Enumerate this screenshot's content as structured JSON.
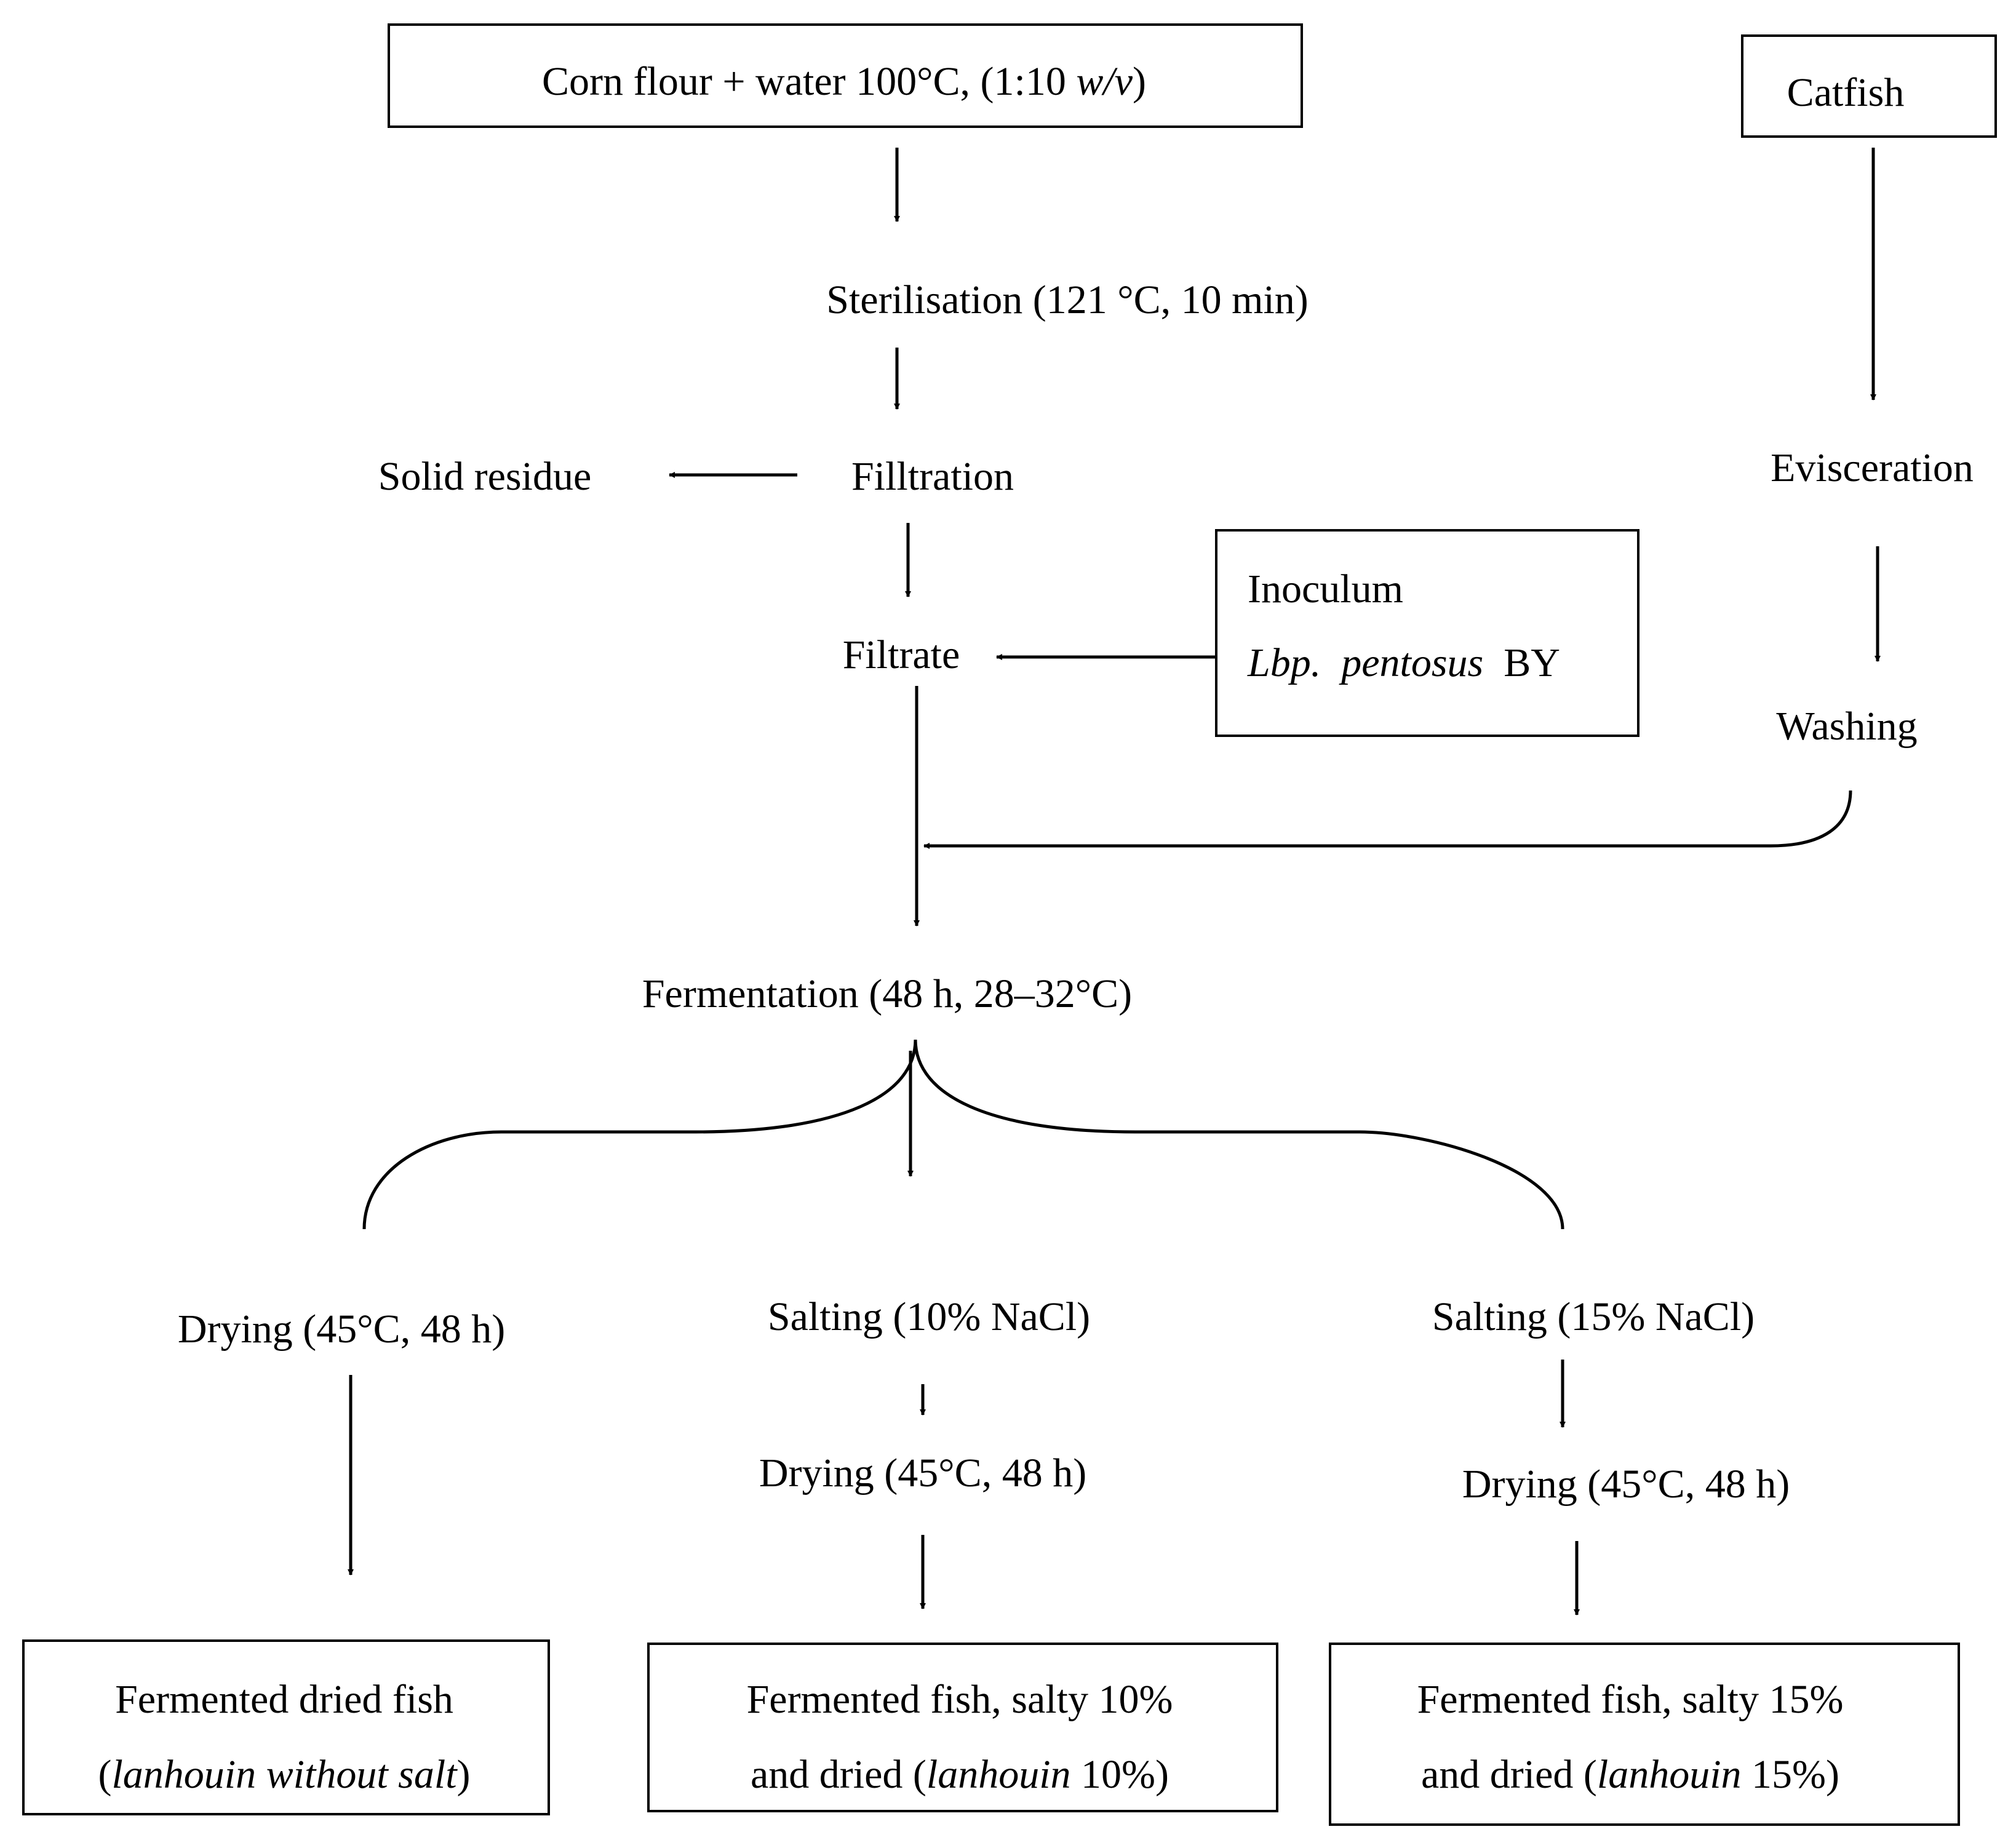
{
  "nodes": {
    "corn_flour": {
      "text": "Corn flour + water 100°C, (1:10 ",
      "italic": "w/v",
      "after": ")"
    },
    "catfish": {
      "text": "Catfish"
    },
    "sterilisation": {
      "text": "Sterilisation (121 °C, 10 min)"
    },
    "solid_residue": {
      "text": "Solid residue"
    },
    "filtration": {
      "text": "Filltration"
    },
    "evisceration": {
      "text": "Evisceration"
    },
    "inoculum": {
      "title": "Inoculum",
      "species_italic": "Lbp.  pentosus",
      "strain": "BY"
    },
    "filtrate": {
      "text": "Filtrate"
    },
    "washing": {
      "text": "Washing"
    },
    "fermentation": {
      "text": "Fermentation (48 h, 28–32°C)"
    },
    "drying_left": {
      "text": "Drying (45°C, 48 h)"
    },
    "salting_10": {
      "text": "Salting (10% NaCl)"
    },
    "salting_15": {
      "text": "Salting (15% NaCl)"
    },
    "drying_10": {
      "text": "Drying (45°C, 48 h)"
    },
    "drying_15": {
      "text": "Drying (45°C, 48 h)"
    },
    "product_no_salt": {
      "line1": "Fermented dried fish",
      "line2_italic": "lanhouin without salt"
    },
    "product_10": {
      "line1": "Fermented fish, salty 10%",
      "line2_pre": "and dried (",
      "line2_italic": "lanhouin",
      "line2_post": " 10%)"
    },
    "product_15": {
      "line1": "Fermented fish, salty 15%",
      "line2_pre": "and dried (",
      "line2_italic": "lanhouin",
      "line2_post": " 15%)"
    }
  }
}
